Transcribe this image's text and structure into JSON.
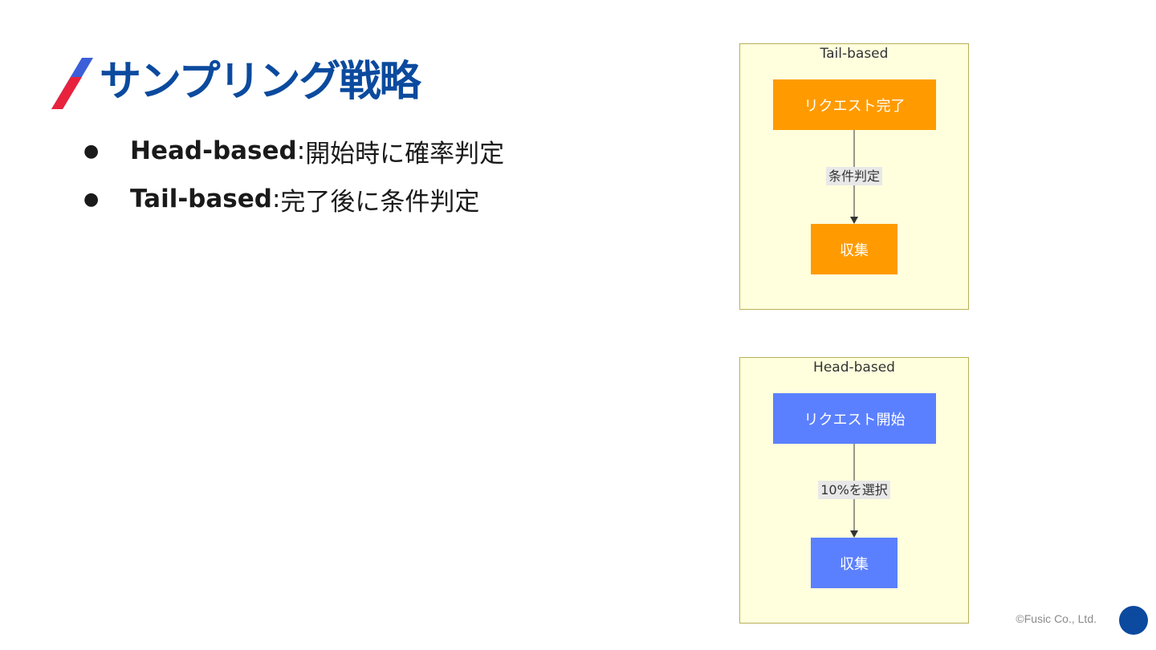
{
  "slide": {
    "title": "サンプリング戦略",
    "bullets": [
      {
        "term": "Head-based",
        "separator": ":",
        "description": " 開始時に確率判定"
      },
      {
        "term": "Tail-based",
        "separator": ":",
        "description": " 完了後に条件判定"
      }
    ],
    "bullet_symbol": "●",
    "footer": {
      "copyright": "©Fusic Co., Ltd."
    }
  },
  "diagrams": {
    "tail_based": {
      "title": "Tail-based",
      "start_node": "リクエスト完了",
      "edge_label": "条件判定",
      "end_node": "収集",
      "node_color": "#ff9b00"
    },
    "head_based": {
      "title": "Head-based",
      "start_node": "リクエスト開始",
      "edge_label": "10%を選択",
      "end_node": "収集",
      "node_color": "#5b80ff"
    }
  },
  "colors": {
    "title": "#0b4a9e",
    "accent_red": "#e8223c",
    "accent_blue": "#3b5fd9",
    "diagram_background": "#ffffde",
    "diagram_border": "#b8b058"
  },
  "icons": {
    "title_mark": "slash-accent-icon",
    "page_marker": "circle-icon"
  }
}
